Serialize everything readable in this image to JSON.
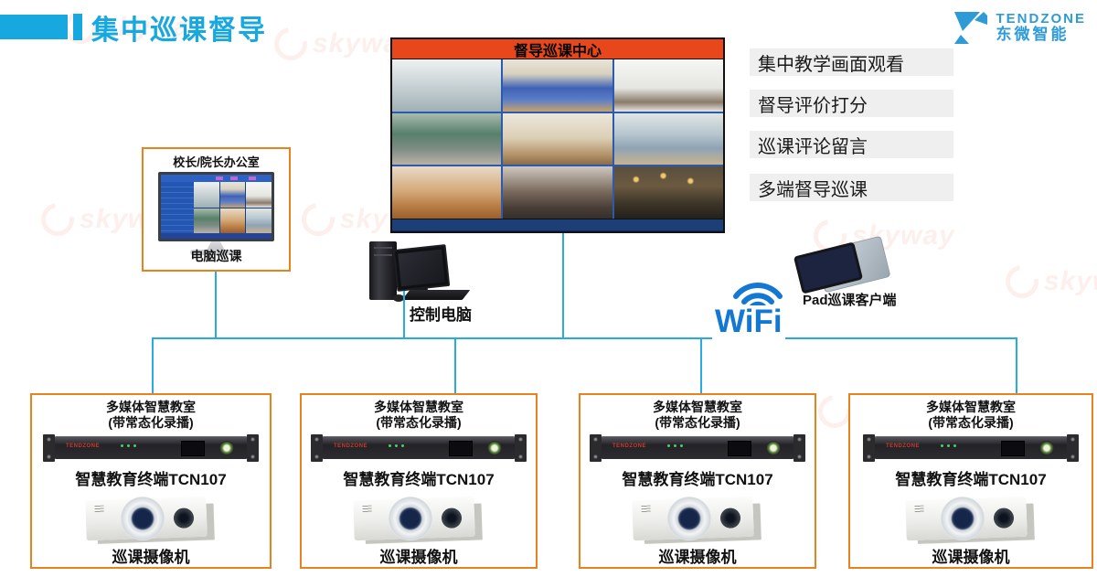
{
  "page": {
    "title": "集中巡课督导"
  },
  "logo": {
    "name": "TENDZONE",
    "subtitle": "东微智能"
  },
  "watermark": {
    "text": "skyway"
  },
  "video_wall": {
    "header": "督导巡课中心",
    "cells": [
      "computer-lab",
      "lecture-room-blue",
      "conference-room",
      "classroom-greenboard",
      "lecture-hall-empty",
      "classroom-students",
      "pupils-writing",
      "audience-crowd",
      "auditorium-stage"
    ]
  },
  "features": [
    "集中教学画面观看",
    "督导评价打分",
    "巡课评论留言",
    "多端督导巡课"
  ],
  "principal_office": {
    "title": "校长/院长办公室",
    "caption": "电脑巡课"
  },
  "control_pc": {
    "label": "控制电脑"
  },
  "pad": {
    "label": "Pad巡课客户端"
  },
  "wifi": {
    "label": "WiFi"
  },
  "device": {
    "brand": "TENDZONE"
  },
  "classrooms": [
    {
      "line1": "多媒体智慧教室",
      "line2": "(带常态化录播)",
      "terminal_label": "智慧教育终端TCN107",
      "camera_label": "巡课摄像机"
    },
    {
      "line1": "多媒体智慧教室",
      "line2": "(带常态化录播)",
      "terminal_label": "智慧教育终端TCN107",
      "camera_label": "巡课摄像机"
    },
    {
      "line1": "多媒体智慧教室",
      "line2": "(带常态化录播)",
      "terminal_label": "智慧教育终端TCN107",
      "camera_label": "巡课摄像机"
    },
    {
      "line1": "多媒体智慧教室",
      "line2": "(带常态化录播)",
      "terminal_label": "智慧教育终端TCN107",
      "camera_label": "巡课摄像机"
    }
  ]
}
